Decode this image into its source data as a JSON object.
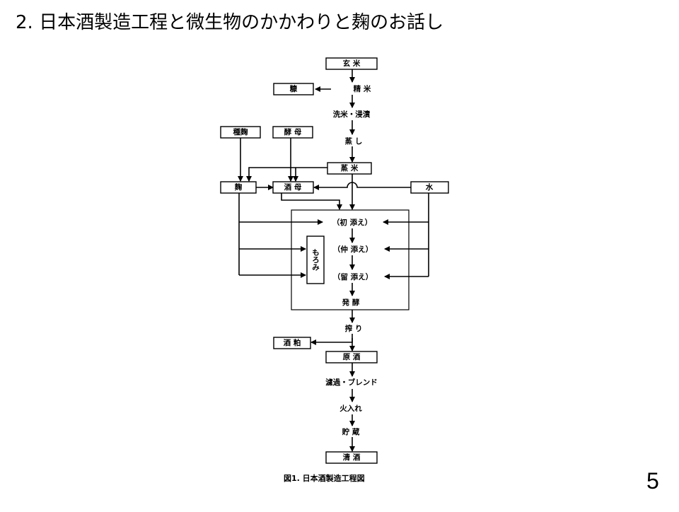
{
  "slide": {
    "title": "2. 日本酒製造工程と微生物のかかわりと麹のお話し",
    "page_number": "5"
  },
  "diagram": {
    "nodes": {
      "genmai": "玄 米",
      "nuka": "糠",
      "seimai": "精 米",
      "senmai": "洗米・浸漬",
      "mushi": "蒸 し",
      "tanekoji": "種麹",
      "kobo": "酵 母",
      "jomai": "蒸 米",
      "koji": "麹",
      "shubo": "酒 母",
      "mizu": "水",
      "hatsuzoe": "（初 添え）",
      "nakazoe": "（仲 添え）",
      "tomezoe": "（留 添え）",
      "moromi": "もろみ",
      "hakko": "発 酵",
      "shibori": "搾 り",
      "sakekasu": "酒 粕",
      "genshu": "原 酒",
      "roka": "濾過・ブレンド",
      "hiire": "火入れ",
      "chozo": "貯 蔵",
      "seishu": "清 酒"
    },
    "caption": "図1.  日本酒製造工程図"
  }
}
